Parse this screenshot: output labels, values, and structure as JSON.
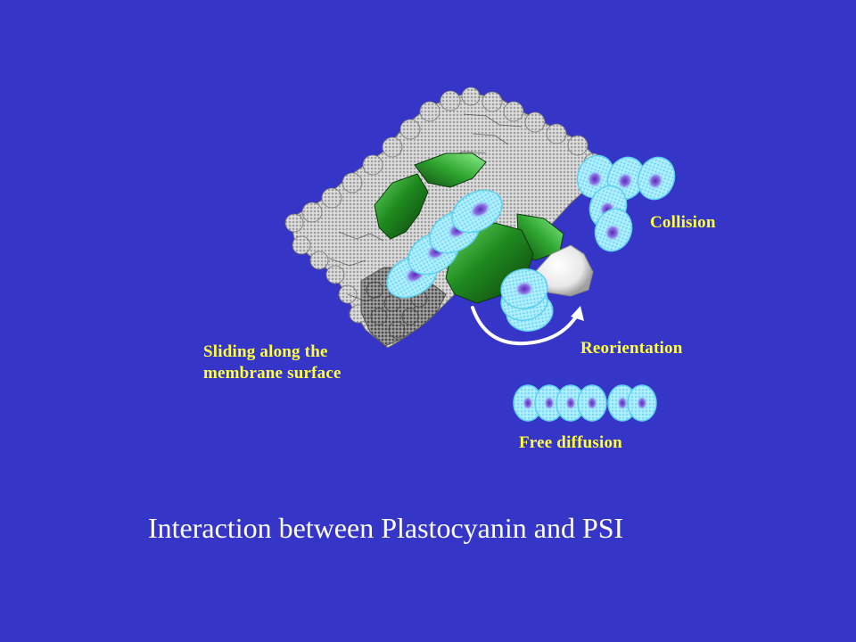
{
  "labels": {
    "collision": "Collision",
    "reorientation": "Reorientation",
    "sliding_line1": "Sliding along the",
    "sliding_line2": "membrane surface",
    "free_diffusion": "Free diffusion"
  },
  "title": "Interaction between Plastocyanin and PSI",
  "colors": {
    "background": "#3535c8",
    "label_text": "#ffff40",
    "title_text": "#ffffff",
    "plastocyanin_fill": "#8fe6ff",
    "plastocyanin_core": "#7a55d8",
    "membrane_complex": "#b9b9b9",
    "psi_green": "#1f8a1f"
  }
}
